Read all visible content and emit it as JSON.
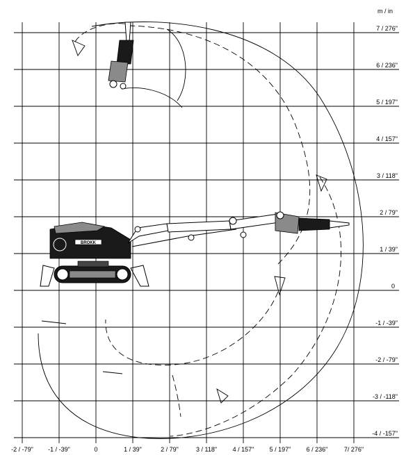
{
  "unit_label": "m / in",
  "y_axis_labels": [
    "7 / 276\"",
    "6 / 236\"",
    "5 / 197\"",
    "4 / 157\"",
    "3 / 118\"",
    "2 / 79\"",
    "1 / 39\"",
    "0",
    "-1 / -39\"",
    "-2 / -79\"",
    "-3 / -118\"",
    "-4 / -157\""
  ],
  "x_axis_labels": [
    "-2 / -79\"",
    "-1 / -39\"",
    "0",
    "1 / 39\"",
    "2 / 79\"",
    "3 / 118\"",
    "4 / 157\"",
    "5 / 197\"",
    "6 / 236\"",
    "7/ 276\""
  ],
  "machine_badge": "BROKK",
  "colors": {
    "line": "#000000",
    "background": "#ffffff",
    "body": "#1a1a1a"
  }
}
